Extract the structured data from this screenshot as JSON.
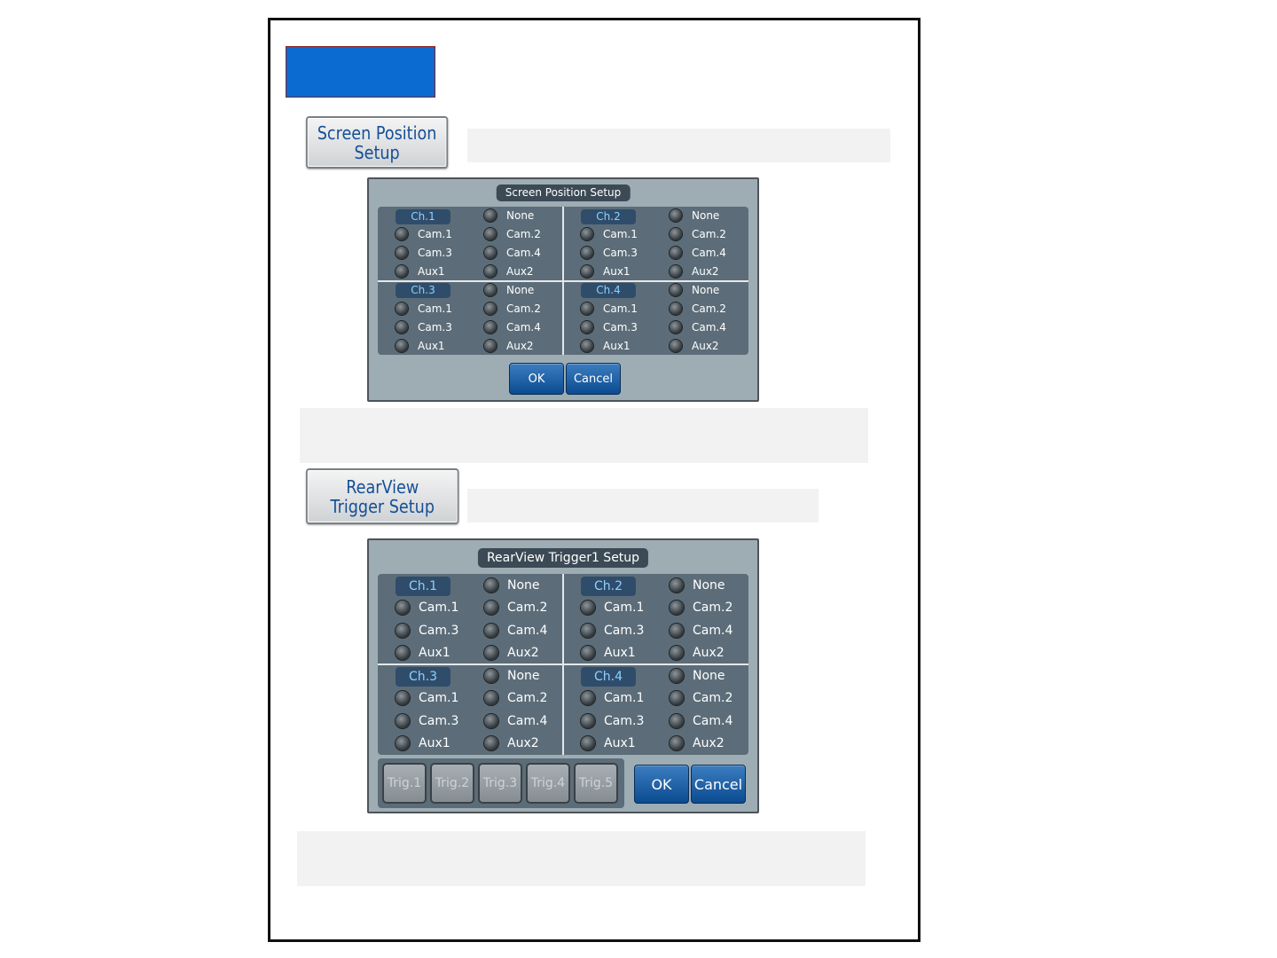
{
  "screen_position_button": {
    "label": "Screen Position\nSetup"
  },
  "rearview_button": {
    "label": "RearView\nTrigger Setup"
  },
  "dialog1": {
    "title": "Screen Position Setup",
    "channels": [
      {
        "label": "Ch.1",
        "options": [
          "None",
          "Cam.1",
          "Cam.2",
          "Cam.3",
          "Cam.4",
          "Aux1",
          "Aux2"
        ]
      },
      {
        "label": "Ch.2",
        "options": [
          "None",
          "Cam.1",
          "Cam.2",
          "Cam.3",
          "Cam.4",
          "Aux1",
          "Aux2"
        ]
      },
      {
        "label": "Ch.3",
        "options": [
          "None",
          "Cam.1",
          "Cam.2",
          "Cam.3",
          "Cam.4",
          "Aux1",
          "Aux2"
        ]
      },
      {
        "label": "Ch.4",
        "options": [
          "None",
          "Cam.1",
          "Cam.2",
          "Cam.3",
          "Cam.4",
          "Aux1",
          "Aux2"
        ]
      }
    ],
    "ok": "OK",
    "cancel": "Cancel"
  },
  "dialog2": {
    "title": "RearView Trigger1 Setup",
    "channels": [
      {
        "label": "Ch.1",
        "options": [
          "None",
          "Cam.1",
          "Cam.2",
          "Cam.3",
          "Cam.4",
          "Aux1",
          "Aux2"
        ]
      },
      {
        "label": "Ch.2",
        "options": [
          "None",
          "Cam.1",
          "Cam.2",
          "Cam.3",
          "Cam.4",
          "Aux1",
          "Aux2"
        ]
      },
      {
        "label": "Ch.3",
        "options": [
          "None",
          "Cam.1",
          "Cam.2",
          "Cam.3",
          "Cam.4",
          "Aux1",
          "Aux2"
        ]
      },
      {
        "label": "Ch.4",
        "options": [
          "None",
          "Cam.1",
          "Cam.2",
          "Cam.3",
          "Cam.4",
          "Aux1",
          "Aux2"
        ]
      }
    ],
    "triggers": [
      "Trig.1",
      "Trig.2",
      "Trig.3",
      "Trig.4",
      "Trig.5"
    ],
    "ok": "OK",
    "cancel": "Cancel"
  },
  "icons": {
    "radio": "radio-icon"
  },
  "colors": {
    "accent_block": "#0b6bd0",
    "dialog_bg": "#9eacb4",
    "panel_bg": "#5c6d79",
    "ok_button": "#0b4b90"
  }
}
